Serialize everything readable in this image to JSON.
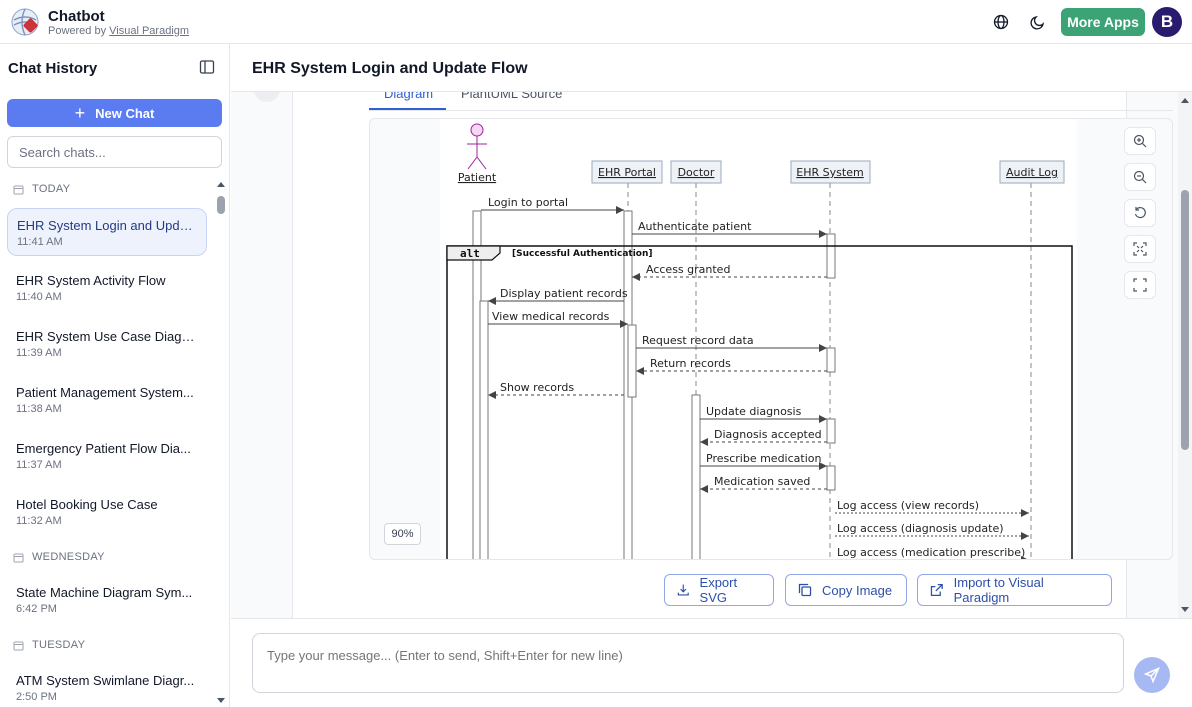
{
  "app": {
    "title": "Chatbot",
    "powered_prefix": "Powered by",
    "powered_link": "Visual Paradigm"
  },
  "header": {
    "more_apps": "More Apps",
    "avatar_letter": "B"
  },
  "sidebar": {
    "title": "Chat History",
    "new_chat": "New Chat",
    "search_placeholder": "Search chats...",
    "groups": [
      {
        "label": "TODAY",
        "items": [
          {
            "title": "EHR System Login and Upda...",
            "time": "11:41 AM",
            "active": true
          },
          {
            "title": "EHR System Activity Flow",
            "time": "11:40 AM"
          },
          {
            "title": "EHR System Use Case Diagram",
            "time": "11:39 AM"
          },
          {
            "title": "Patient Management System...",
            "time": "11:38 AM"
          },
          {
            "title": "Emergency Patient Flow Dia...",
            "time": "11:37 AM"
          },
          {
            "title": "Hotel Booking Use Case",
            "time": "11:32 AM"
          }
        ]
      },
      {
        "label": "WEDNESDAY",
        "items": [
          {
            "title": "State Machine Diagram Sym...",
            "time": "6:42 PM"
          }
        ]
      },
      {
        "label": "TUESDAY",
        "items": [
          {
            "title": "ATM System Swimlane Diagr...",
            "time": "2:50 PM"
          }
        ]
      }
    ]
  },
  "main": {
    "title": "EHR System Login and Update Flow",
    "tabs": {
      "diagram": "Diagram",
      "source": "PlantUML Source"
    },
    "zoom_level": "90%",
    "actions": {
      "export_svg": "Export SVG",
      "copy_image": "Copy Image",
      "import_vp": "Import to Visual Paradigm"
    },
    "composer_placeholder": "Type your message... (Enter to send, Shift+Enter for new line)"
  },
  "diagram": {
    "participants": [
      "Patient",
      "EHR Portal",
      "Doctor",
      "EHR System",
      "Audit Log"
    ],
    "alt": {
      "keyword": "alt",
      "guard": "[Successful Authentication]"
    },
    "messages": [
      "Login to portal",
      "Authenticate patient",
      "Access granted",
      "Display patient records",
      "View medical records",
      "Request record data",
      "Return records",
      "Show records",
      "Update diagnosis",
      "Diagnosis accepted",
      "Prescribe medication",
      "Medication saved",
      "Log access (view records)",
      "Log access (diagnosis update)",
      "Log access (medication prescribe)"
    ]
  },
  "colors": {
    "accent": "#5b7cf0",
    "more_apps": "#3ba376",
    "avatar": "#2b1b6e",
    "actor": "#a020a0"
  }
}
